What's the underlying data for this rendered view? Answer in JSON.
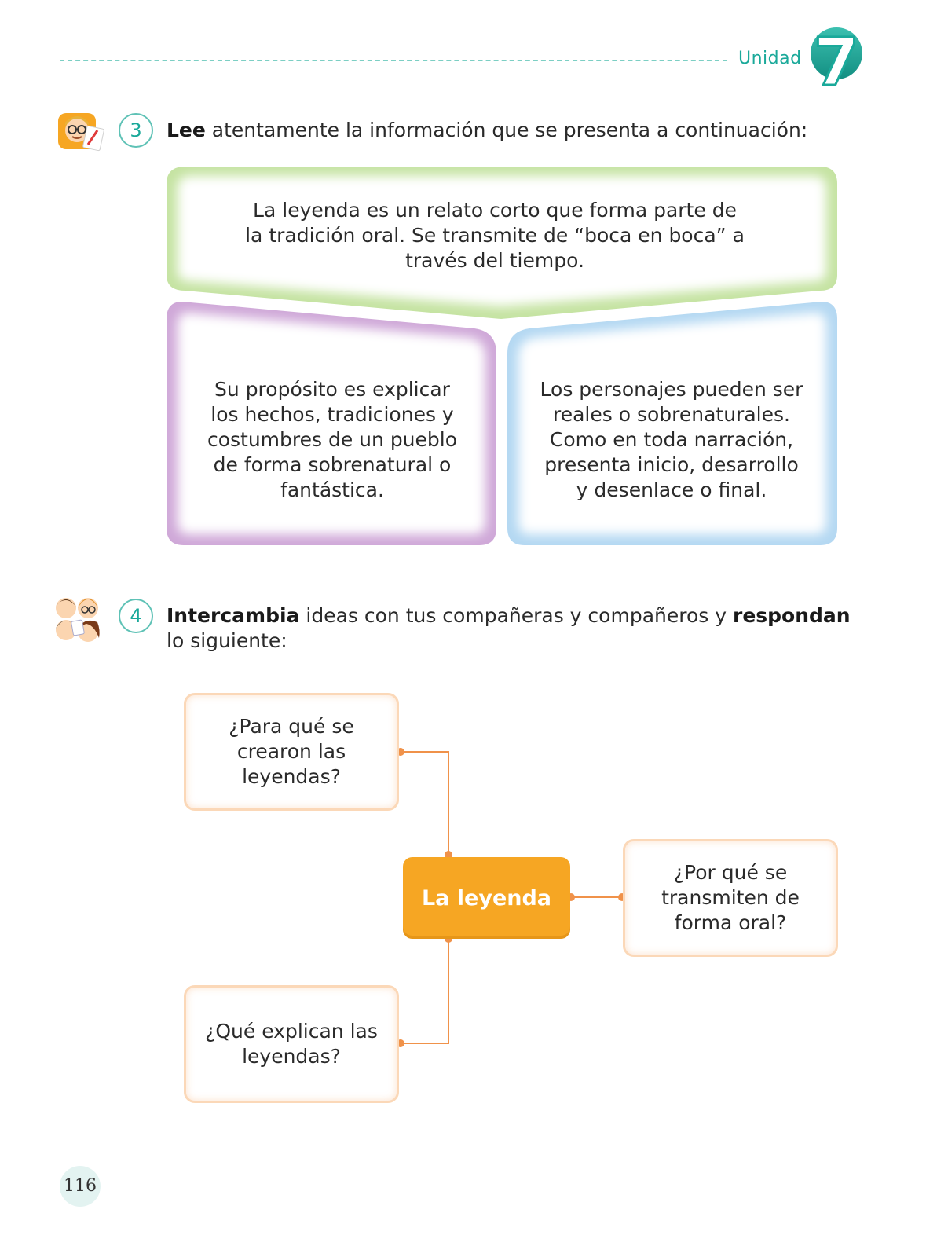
{
  "header": {
    "unit_label": "Unidad",
    "unit_number": "7"
  },
  "activity3": {
    "number": "3",
    "verb": "Lee",
    "rest": " atentamente la información que se presenta a continuación:",
    "top_box": "La leyenda es un relato corto que forma parte de la tradición oral. Se transmite de “boca en boca” a través del tiempo.",
    "left_box": "Su propósito es explicar los hechos, tradiciones y costumbres de un pueblo de forma sobrenatural o fantástica.",
    "right_box": "Los personajes pueden ser reales o sobrenaturales. Como en toda narración, presenta inicio, desarrollo y desenlace o final."
  },
  "activity4": {
    "number": "4",
    "verb1": "Intercambia",
    "middle": " ideas con tus compañeras y compañeros y ",
    "verb2": "respondan",
    "line2": "lo siguiente:"
  },
  "concept_map": {
    "center": "La leyenda",
    "q1": "¿Para qué se crearon las leyendas?",
    "q2": "¿Por qué se transmiten de forma oral?",
    "q3": "¿Qué explican las leyendas?"
  },
  "page_number": "116",
  "colors": {
    "teal": "#1aa99a",
    "green_frame": "#c5e3a2",
    "purple_frame": "#cfa8d8",
    "blue_frame": "#b4d8f2",
    "orange": "#f6a623",
    "orange_line": "#f0924a"
  }
}
